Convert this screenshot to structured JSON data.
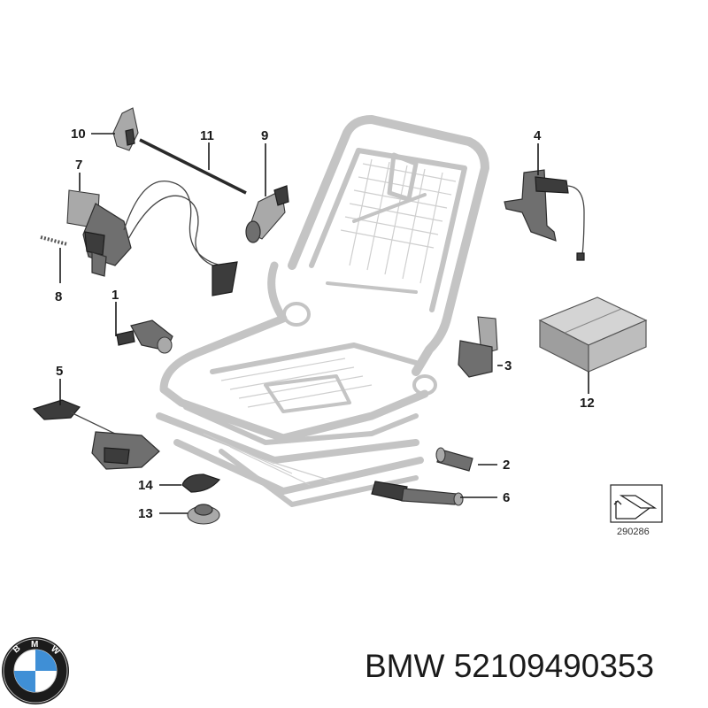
{
  "callouts": [
    {
      "id": "1",
      "label": "1"
    },
    {
      "id": "2",
      "label": "2"
    },
    {
      "id": "3",
      "label": "3"
    },
    {
      "id": "4",
      "label": "4"
    },
    {
      "id": "5",
      "label": "5"
    },
    {
      "id": "6",
      "label": "6"
    },
    {
      "id": "7",
      "label": "7"
    },
    {
      "id": "8",
      "label": "8"
    },
    {
      "id": "9",
      "label": "9"
    },
    {
      "id": "10",
      "label": "10"
    },
    {
      "id": "11",
      "label": "11"
    },
    {
      "id": "12",
      "label": "12"
    },
    {
      "id": "13",
      "label": "13"
    },
    {
      "id": "14",
      "label": "14"
    }
  ],
  "reference_code": "290286",
  "brand": {
    "name": "BMW",
    "part_number": "52109490353",
    "logo_letters": "BMW",
    "logo_colors": {
      "ring": "#1b1b1b",
      "blue": "#3f8fd6",
      "white": "#ffffff"
    }
  },
  "icons": [
    "bmw-logo-icon",
    "reference-arrow-icon"
  ]
}
